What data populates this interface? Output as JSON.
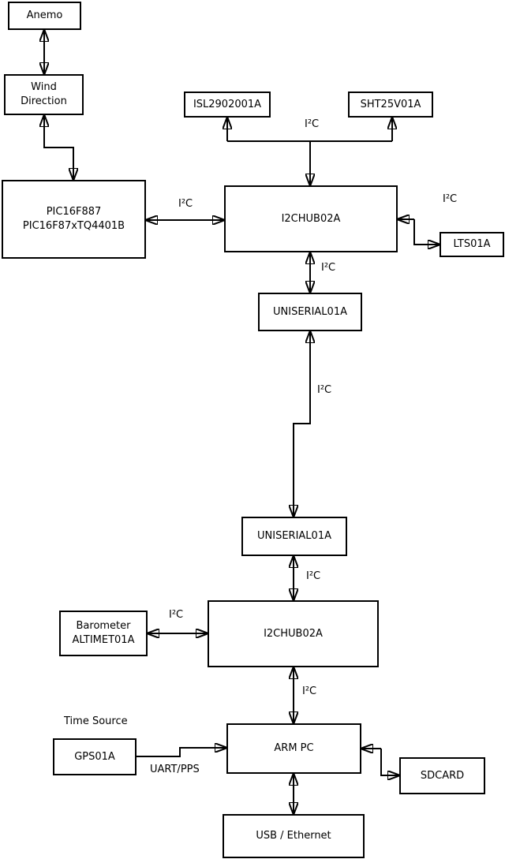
{
  "nodes": {
    "anemo": {
      "label": "Anemo"
    },
    "wind_direction": {
      "label": "Wind\nDirection"
    },
    "pic": {
      "label": "PIC16F887\nPIC16F87xTQ4401B"
    },
    "isl": {
      "label": "ISL2902001A"
    },
    "sht": {
      "label": "SHT25V01A"
    },
    "i2chub_top": {
      "label": "I2CHUB02A"
    },
    "lts": {
      "label": "LTS01A"
    },
    "uniserial_top": {
      "label": "UNISERIAL01A"
    },
    "uniserial_bottom": {
      "label": "UNISERIAL01A"
    },
    "i2chub_bottom": {
      "label": "I2CHUB02A"
    },
    "barometer": {
      "label": "Barometer\nALTIMET01A"
    },
    "gps": {
      "label": "GPS01A"
    },
    "arm_pc": {
      "label": "ARM PC"
    },
    "sdcard": {
      "label": "SDCARD"
    },
    "usb_ethernet": {
      "label": "USB / Ethernet"
    }
  },
  "edge_labels": {
    "i2c_sensor_bus": "I²C",
    "i2c_pic_hub": "I²C",
    "i2c_lts": "I²C",
    "i2c_hub_uniserial": "I²C",
    "i2c_uniserial_link": "I²C",
    "i2c_uniserial_hub": "I²C",
    "i2c_barometer": "I²C",
    "i2c_hub_armpc": "I²C",
    "time_source": "Time Source",
    "uart_pps": "UART/PPS"
  },
  "colors": {
    "background": "#ffffff",
    "box_fill": "#ffffff",
    "box_border": "#000000",
    "line": "#000000",
    "text": "#000000"
  }
}
